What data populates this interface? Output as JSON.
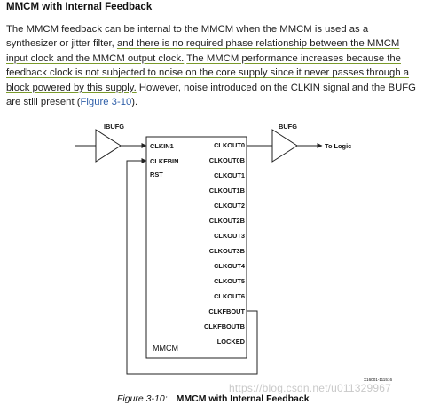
{
  "heading": "MMCM with Internal Feedback",
  "paragraph": {
    "line1": "The MMCM feedback can be internal to the MMCM when the MMCM is used as a",
    "line2_plain": "synthesizer or jitter filter, ",
    "line2_underlined": "and there is no required phase relationship between the MMCM",
    "line3_underlined": "input clock and the MMCM output clock.",
    "line3_plain": " ",
    "line3_underlined_b": "The MMCM performance increases because the",
    "line4_underlined": "feedback clock is not subjected to noise on the core supply since it never passes through a",
    "line5_underlined": "block powered by this supply.",
    "line5_plain": " However, noise introduced on the CLKIN signal and the BUFG",
    "line6_plain_a": "are still present (",
    "line6_ref": "Figure 3-10",
    "line6_plain_b": ")."
  },
  "diagram": {
    "ibufg_label": "IBUFG",
    "bufg_label": "BUFG",
    "to_logic_label": "To Logic",
    "block_label": "MMCM",
    "input_pins": [
      "CLKIN1",
      "CLKFBIN",
      "RST"
    ],
    "output_pins": [
      "CLKOUT0",
      "CLKOUT0B",
      "CLKOUT1",
      "CLKOUT1B",
      "CLKOUT2",
      "CLKOUT2B",
      "CLKOUT3",
      "CLKOUT3B",
      "CLKOUT4",
      "CLKOUT5",
      "CLKOUT6",
      "CLKFBOUT",
      "CLKFBOUTB",
      "LOCKED"
    ],
    "figure_id": "X16001-111516",
    "line_color": "#222222"
  },
  "caption": {
    "number": "Figure 3-10:",
    "title": "MMCM with Internal Feedback"
  },
  "watermark": "https://blog.csdn.net/u011329967"
}
